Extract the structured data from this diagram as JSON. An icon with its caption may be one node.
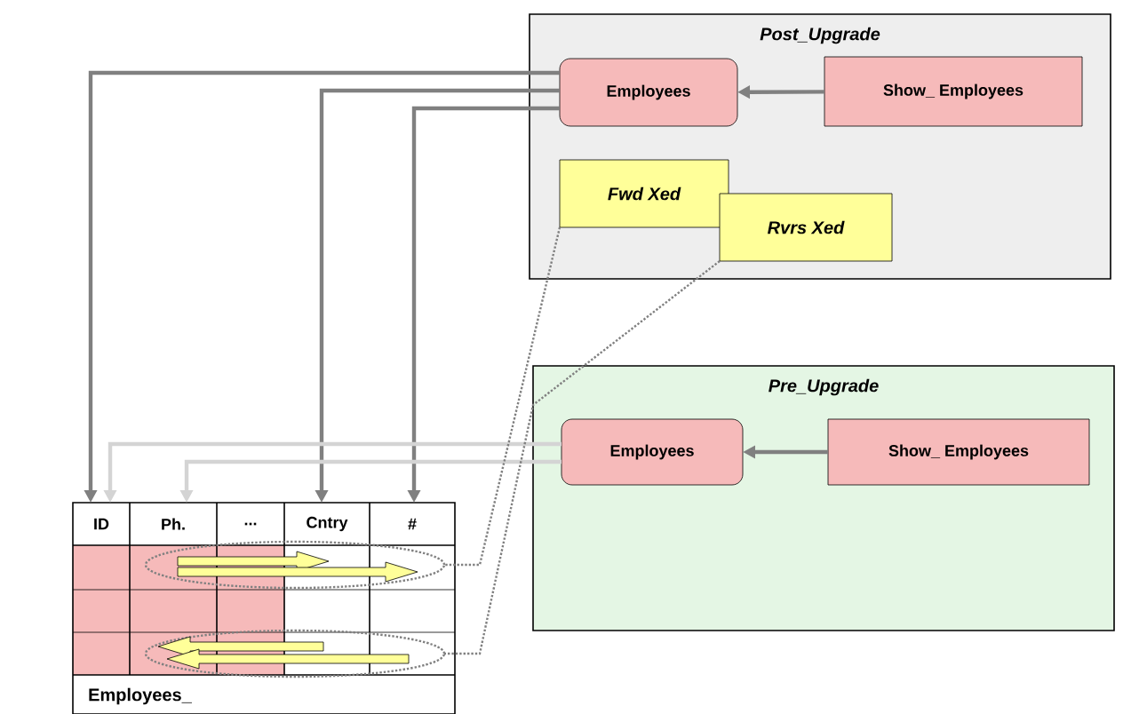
{
  "diagram": {
    "nodes": [
      {
        "text": [
          "Post_Upgrade"
        ]
      },
      {
        "text": [
          "Employees"
        ],
        "in": 0
      },
      {
        "text": [
          "Show_ Employees"
        ],
        "in": 0
      },
      {
        "text": [
          "Fwd Xed"
        ],
        "in": 0
      },
      {
        "text": [
          "Rvrs Xed"
        ],
        "in": 0
      },
      {
        "text": [
          "Pre_Upgrade"
        ]
      },
      {
        "text": [
          "Employees"
        ],
        "in": 5
      },
      {
        "text": [
          "Show_ Employees"
        ],
        "in": 5
      },
      {
        "text": [
          "Employees_"
        ]
      },
      {
        "text": [
          "ID"
        ],
        "in": 8
      },
      {
        "text": [
          "Ph."
        ],
        "in": 8
      },
      {
        "text": [
          "..."
        ],
        "in": 8
      },
      {
        "text": [
          "Cntry"
        ],
        "in": 8
      },
      {
        "text": [
          "#"
        ],
        "in": 8
      },
      {
        "text": [],
        "shape": "ellipse",
        "in": 8
      },
      {
        "text": [],
        "shape": "ellipse",
        "in": 8
      }
    ],
    "edges": [
      {
        "from": 2,
        "to": 1,
        "arrow": "to"
      },
      {
        "from": 1,
        "to": 9,
        "arrow": "to"
      },
      {
        "from": 1,
        "to": 12,
        "arrow": "to"
      },
      {
        "from": 1,
        "to": 13,
        "arrow": "to"
      },
      {
        "from": 7,
        "to": 6,
        "arrow": "to"
      },
      {
        "from": 6,
        "to": 9,
        "arrow": "to",
        "color": "#d4d4d4"
      },
      {
        "from": 6,
        "to": 10,
        "arrow": "to",
        "color": "#d4d4d4"
      },
      {
        "from": 3,
        "to": 14,
        "arrow": "none",
        "style": "dashed"
      },
      {
        "from": 4,
        "to": 15,
        "arrow": "none",
        "style": "dashed"
      }
    ]
  }
}
